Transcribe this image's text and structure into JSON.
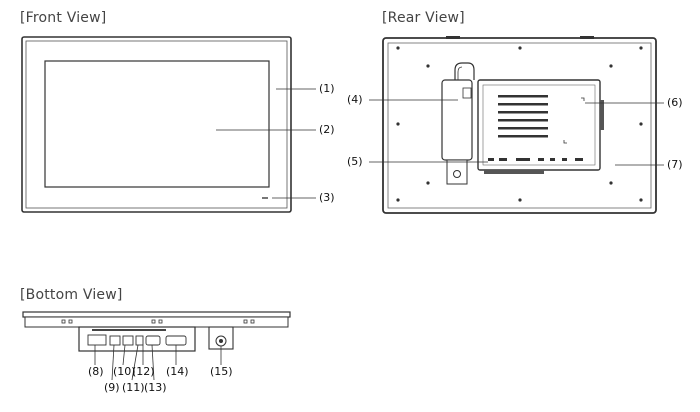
{
  "headings": {
    "front": "[Front View]",
    "rear": "[Rear View]",
    "bottom": "[Bottom View]"
  },
  "callouts": {
    "c1": "(1)",
    "c2": "(2)",
    "c3": "(3)",
    "c4": "(4)",
    "c5": "(5)",
    "c6": "(6)",
    "c7": "(7)",
    "c8": "(8)",
    "c9": "(9)",
    "c10": "(10)",
    "c11": "(11)",
    "c12": "(12)",
    "c13": "(13)",
    "c14": "(14)",
    "c15": "(15)"
  }
}
